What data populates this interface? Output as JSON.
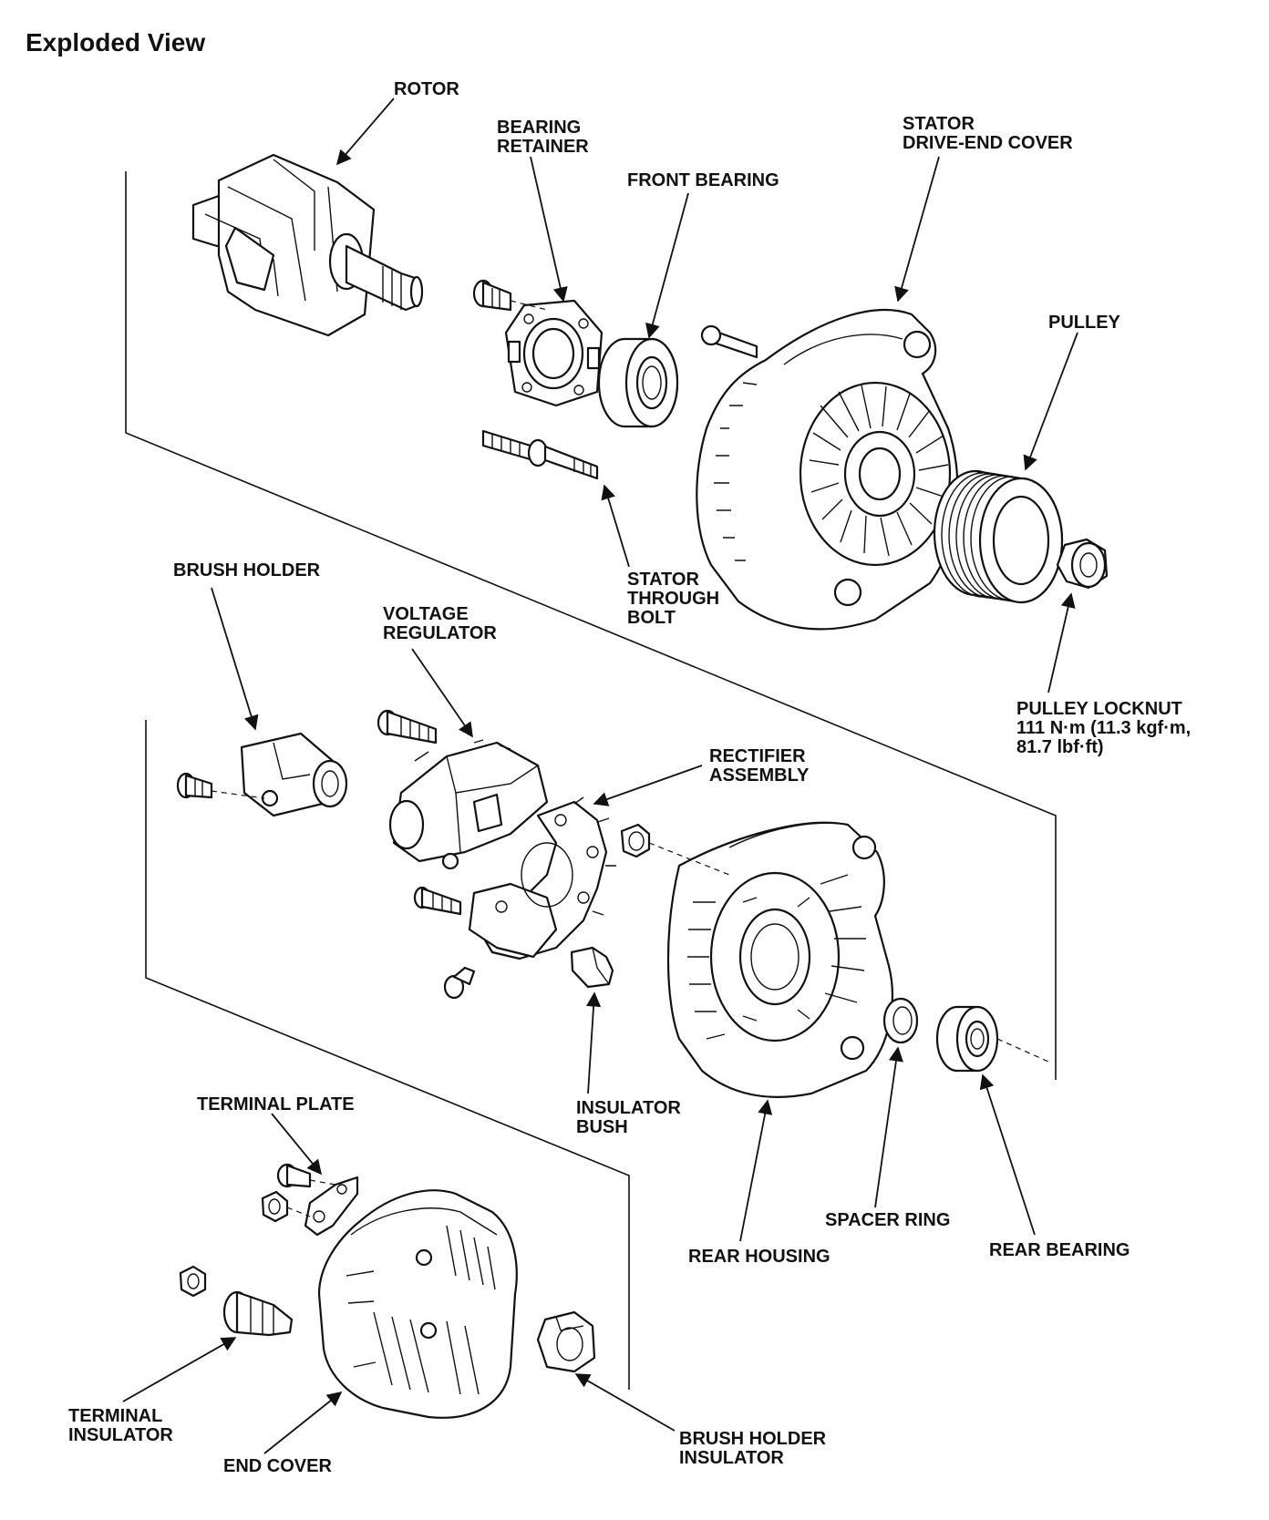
{
  "title": "Exploded View",
  "labels": {
    "rotor": "ROTOR",
    "bearing_retainer": [
      "BEARING",
      "RETAINER"
    ],
    "front_bearing": "FRONT BEARING",
    "stator_drive_end_cover": [
      "STATOR",
      "DRIVE-END COVER"
    ],
    "pulley": "PULLEY",
    "stator_through_bolt": [
      "STATOR",
      "THROUGH",
      "BOLT"
    ],
    "pulley_locknut": [
      "PULLEY LOCKNUT",
      "111 N·m (11.3 kgf·m,",
      "81.7 lbf·ft)"
    ],
    "brush_holder": "BRUSH HOLDER",
    "voltage_regulator": [
      "VOLTAGE",
      "REGULATOR"
    ],
    "rectifier_assembly": [
      "RECTIFIER",
      "ASSEMBLY"
    ],
    "insulator_bush": [
      "INSULATOR",
      "BUSH"
    ],
    "terminal_plate": "TERMINAL PLATE",
    "spacer_ring": "SPACER RING",
    "rear_bearing": "REAR BEARING",
    "rear_housing": "REAR HOUSING",
    "terminal_insulator": [
      "TERMINAL",
      "INSULATOR"
    ],
    "end_cover": "END COVER",
    "brush_holder_insulator": [
      "BRUSH HOLDER",
      "INSULATOR"
    ]
  }
}
